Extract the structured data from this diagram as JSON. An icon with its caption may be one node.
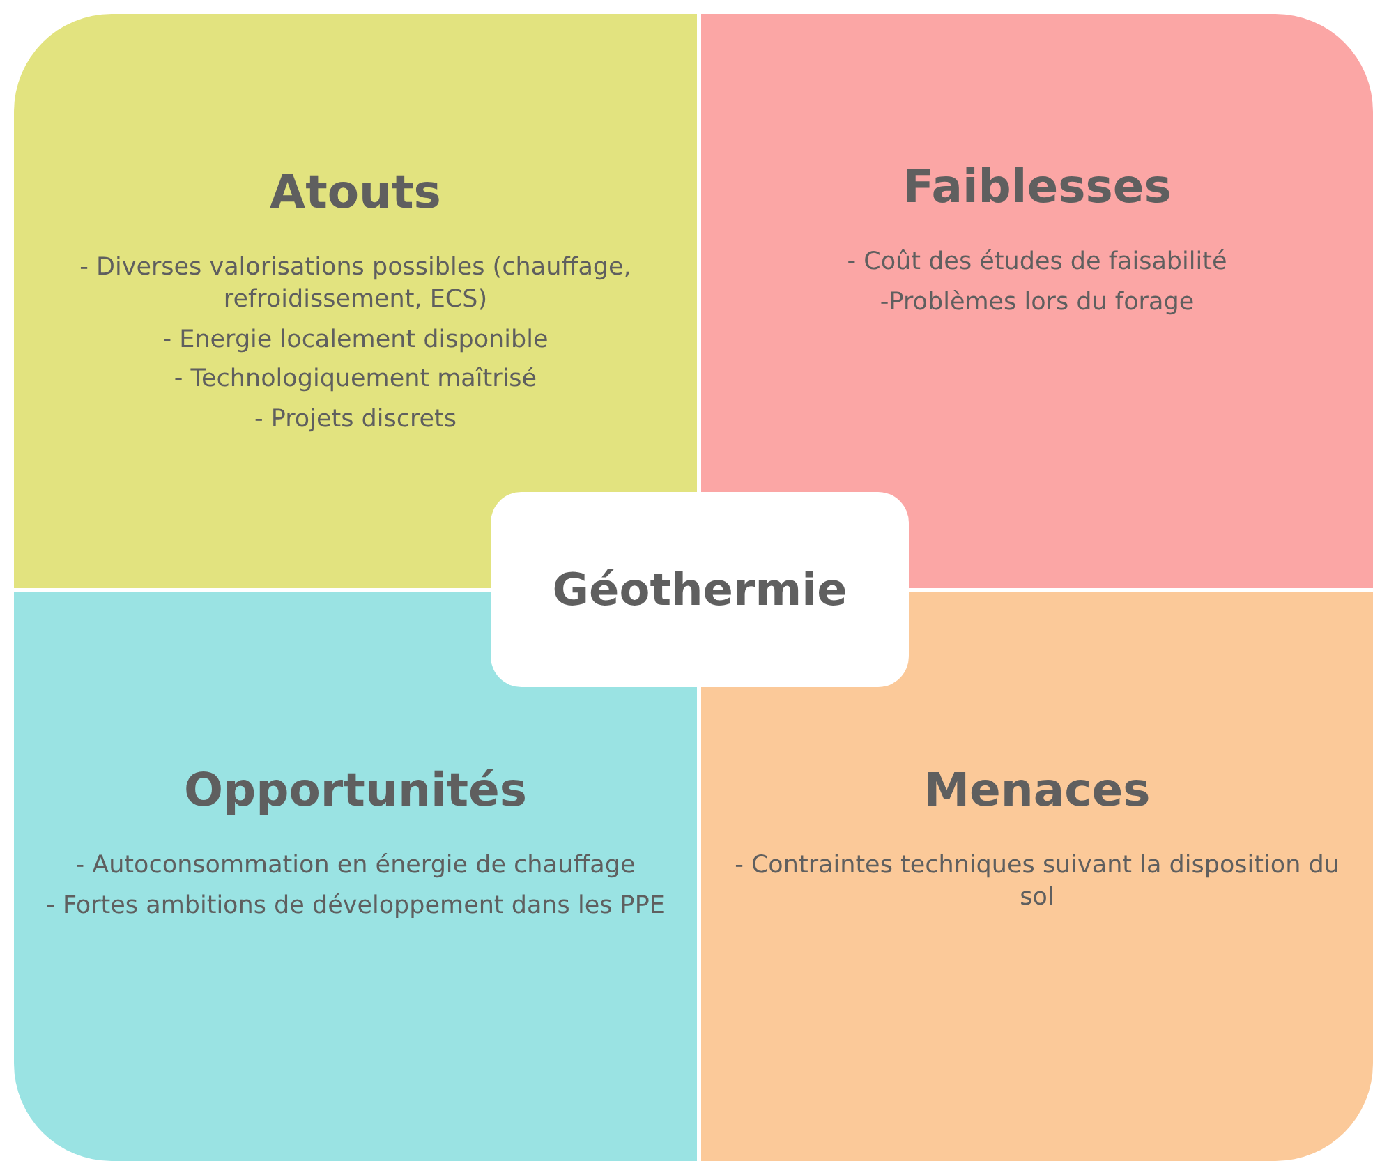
{
  "diagram": {
    "nodes": [
      {
        "text": [
          "Atouts",
          "- Diverses valorisations possibles (chauffage, refroidissement, ECS)",
          "- Energie localement disponible",
          "- Technologiquement maîtrisé",
          "- Projets discrets"
        ]
      },
      {
        "text": [
          "Faiblesses",
          "- Coût des études de faisabilité",
          "-Problèmes lors du forage"
        ]
      },
      {
        "text": [
          "Opportunités",
          "- Autoconsommation en énergie de chauffage",
          "- Fortes ambitions de développement dans les PPE"
        ]
      },
      {
        "text": [
          "Menaces",
          "- Contraintes techniques suivant la disposition du sol"
        ]
      },
      {
        "text": [
          "Géothermie"
        ]
      }
    ]
  }
}
